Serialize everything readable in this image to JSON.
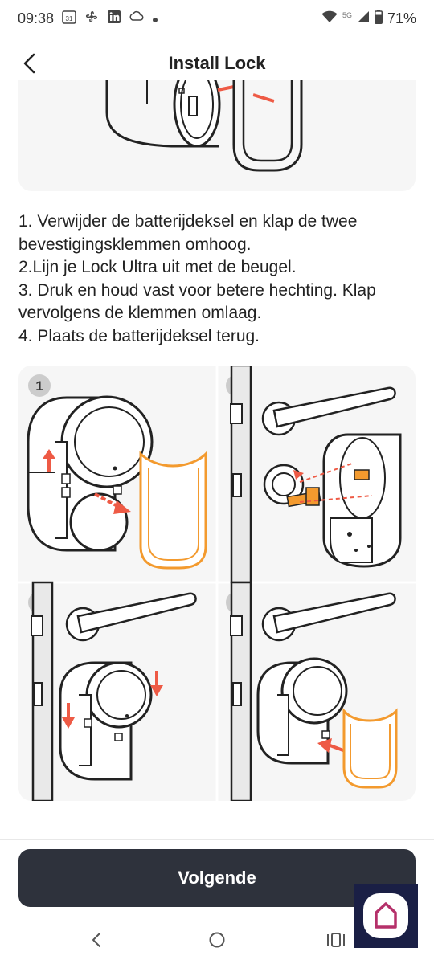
{
  "status_bar": {
    "time": "09:38",
    "calendar_day": "31",
    "network_label": "5G",
    "battery": "71%"
  },
  "header": {
    "title": "Install Lock"
  },
  "instructions": [
    "1. Verwijder de batterijdeksel en klap de twee bevestigingsklemmen omhoog.",
    "2.Lijn je Lock Ultra uit met de beugel.",
    "3. Druk en houd vast voor betere hechting. Klap vervolgens de klemmen omlaag.",
    "4. Plaats de batterijdeksel terug."
  ],
  "steps": [
    {
      "number": "1"
    },
    {
      "number": "2"
    },
    {
      "number": "3"
    },
    {
      "number": "4"
    }
  ],
  "footer": {
    "next_label": "Volgende"
  },
  "colors": {
    "accent_orange": "#F39A2E",
    "arrow_red": "#EE5A45",
    "button_dark": "#2E323C",
    "app_icon_bg": "#1A1F45",
    "app_icon_house": "#B5306A"
  }
}
